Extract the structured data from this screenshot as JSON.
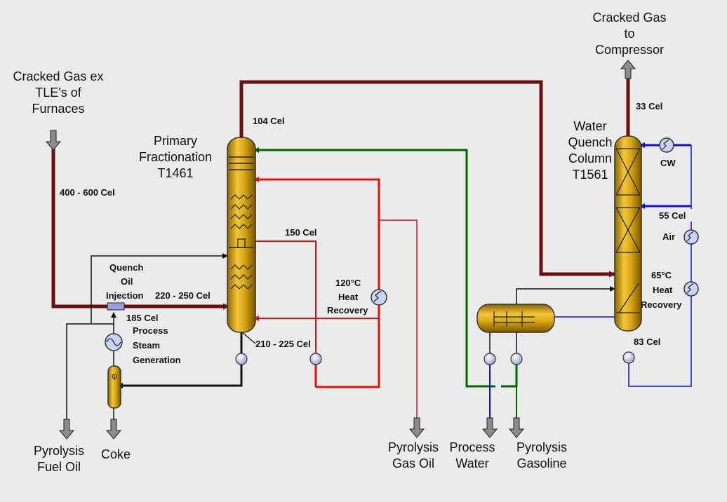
{
  "labels": {
    "cracked_gas_ex_1": "Cracked Gas ex",
    "cracked_gas_ex_2": "TLE's of",
    "cracked_gas_ex_3": "Furnaces",
    "feed_temp": "400 - 600 Cel",
    "pf_title_1": "Primary",
    "pf_title_2": "Fractionation",
    "pf_title_3": "T1461",
    "pf_top_temp": "104 Cel",
    "pf_mid_temp": "150 Cel",
    "pf_bottom_temp": "210 - 225 Cel",
    "quench_1": "Quench",
    "quench_2": "Oil",
    "quench_3": "Injection",
    "quench_temp": "220 - 250 Cel",
    "steam_temp": "185 Cel",
    "steam_1": "Process",
    "steam_2": "Steam",
    "steam_3": "Generation",
    "hr_temp": "120°C",
    "hr_1": "Heat",
    "hr_2": "Recovery",
    "wq_title_1": "Water",
    "wq_title_2": "Quench",
    "wq_title_3": "Column",
    "wq_title_4": "T1561",
    "cg_comp_1": "Cracked Gas",
    "cg_comp_2": "to",
    "cg_comp_3": "Compressor",
    "wq_top_temp": "33 Cel",
    "cw": "CW",
    "wq_55": "55 Cel",
    "air": "Air",
    "wq_65": "65°C",
    "wq_hr_1": "Heat",
    "wq_hr_2": "Recovery",
    "wq_bottom_temp": "83 Cel",
    "out_pfo_1": "Pyrolysis",
    "out_pfo_2": "Fuel Oil",
    "out_coke": "Coke",
    "out_pgo_1": "Pyrolysis",
    "out_pgo_2": "Gas Oil",
    "out_pw_1": "Process",
    "out_pw_2": "Water",
    "out_pg_1": "Pyrolysis",
    "out_pg_2": "Gasoline"
  },
  "colors": {
    "background": "#ebebeb",
    "cracked_gas_line": "#6b0f0f",
    "hot_circuit": "#e01010",
    "gasoline_reflux": "#006600",
    "water_circuit": "#1010d8",
    "oil_line": "#111111",
    "vessel_fill": "#d9a815"
  }
}
